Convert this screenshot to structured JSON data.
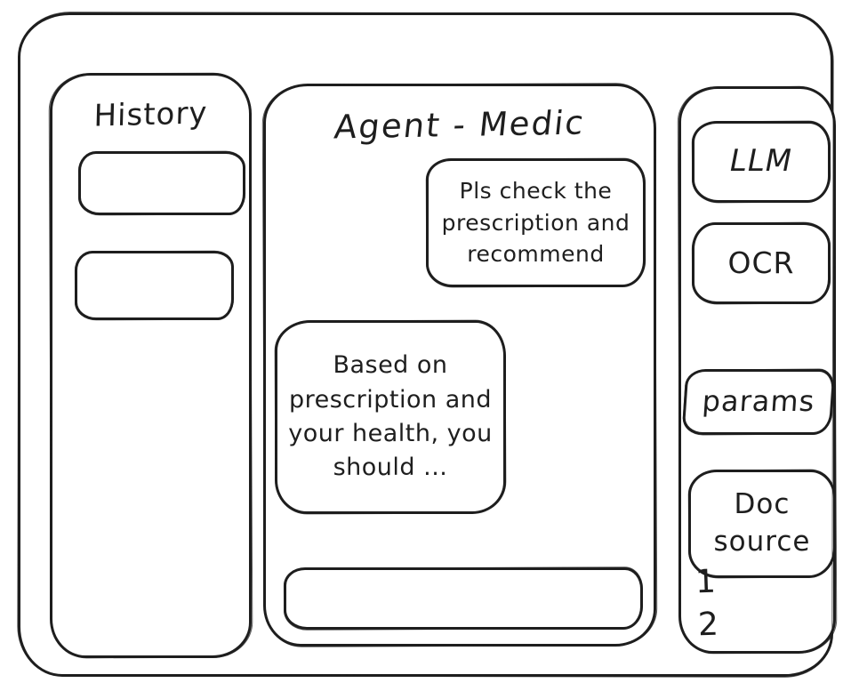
{
  "window": {
    "background": "#ffffff",
    "ink": "#1e1e1e"
  },
  "history_panel": {
    "title": "History",
    "items": [
      {
        "label": ""
      },
      {
        "label": ""
      }
    ]
  },
  "chat_panel": {
    "title": "Agent - Medic",
    "messages": [
      {
        "role": "user",
        "text": "Pls check the prescription and recommend"
      },
      {
        "role": "assistant",
        "text": "Based on prescription and your health, you should ..."
      }
    ],
    "input_value": "",
    "input_placeholder": ""
  },
  "tools_panel": {
    "buttons": [
      {
        "label": "LLM"
      },
      {
        "label": "OCR"
      },
      {
        "label": "params"
      },
      {
        "label": "Doc source"
      }
    ],
    "doc_source_items": [
      "1",
      "2"
    ]
  }
}
